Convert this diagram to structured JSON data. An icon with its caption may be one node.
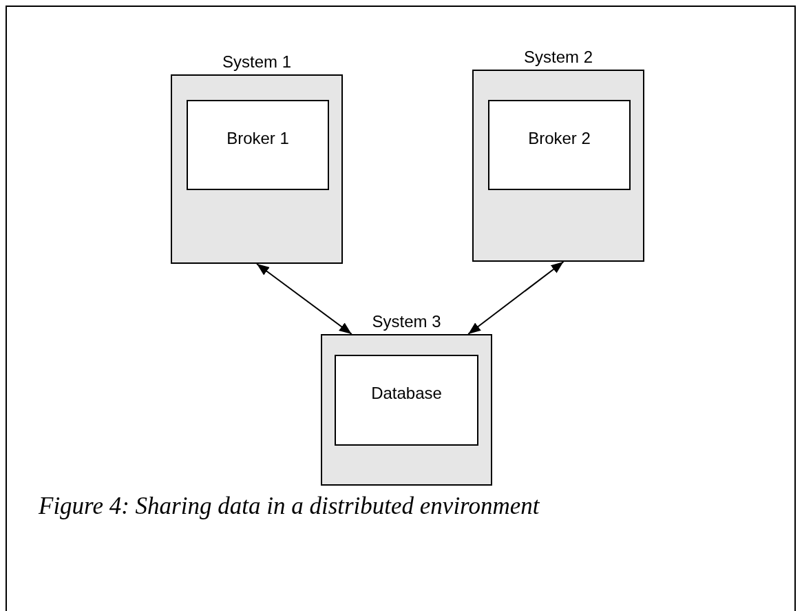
{
  "diagram": {
    "caption": "Figure 4: Sharing data in a distributed environment",
    "nodes": [
      {
        "text": [
          "System 1"
        ]
      },
      {
        "text": [
          "Broker 1"
        ],
        "in": 0
      },
      {
        "text": [
          "System 2"
        ]
      },
      {
        "text": [
          "Broker 2"
        ],
        "in": 2
      },
      {
        "text": [
          "System 3"
        ]
      },
      {
        "text": [
          "Database"
        ],
        "in": 4
      }
    ],
    "edges": [
      {
        "from": 0,
        "to": 4,
        "arrow": "both"
      },
      {
        "from": 2,
        "to": 4,
        "arrow": "both"
      }
    ]
  }
}
